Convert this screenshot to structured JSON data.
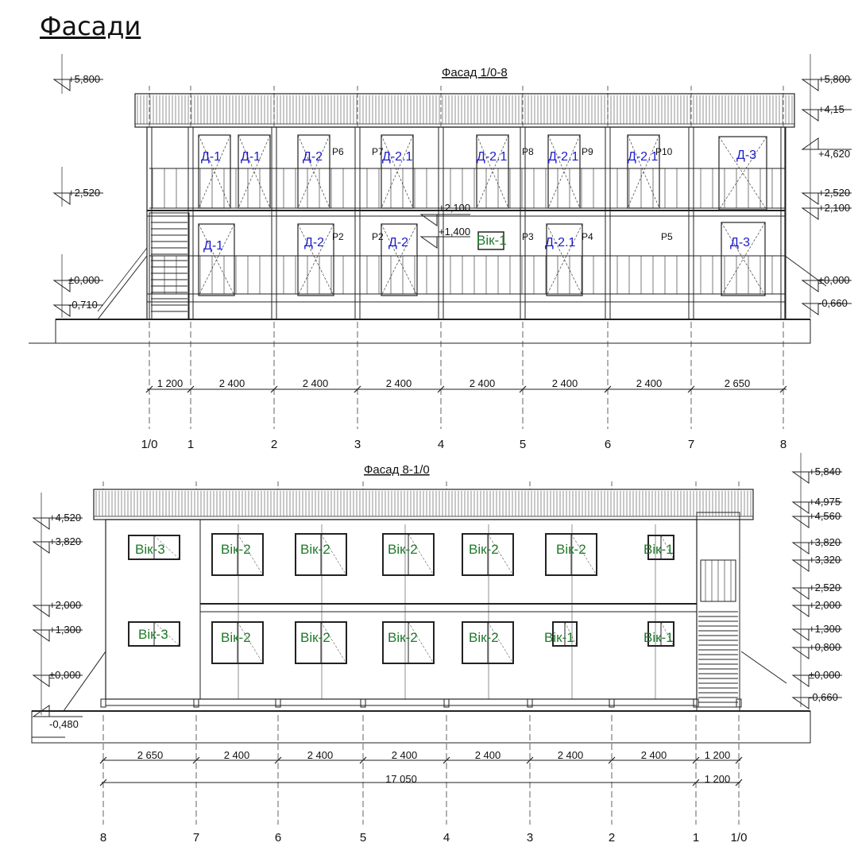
{
  "page_title": "Фасади",
  "facade_top": {
    "title": "Фасад 1/0-8",
    "levels_left": [
      "+5,800",
      "+2,520",
      "±0,000",
      "-0,710"
    ],
    "levels_right": [
      "+5,800",
      "+4,15",
      "+4,620",
      "+2,520",
      "+2,100",
      "±0,000",
      "-0,660"
    ],
    "levels_mid": [
      "+2,100",
      "+1,400"
    ],
    "doors_upper": [
      "Д-1",
      "Д-1",
      "Д-2",
      "Д-2.1",
      "Д-2.1",
      "Д-2.1",
      "Д-2.1",
      "Д-3"
    ],
    "doors_lower": [
      "Д-1",
      "Д-2",
      "Д-2",
      "Вік-1",
      "Д-2.1",
      "Д-3"
    ],
    "risers_upper": [
      "P6",
      "P7",
      "P8",
      "P9",
      "P10"
    ],
    "risers_lower": [
      "P2",
      "P2",
      "P3",
      "P4",
      "P5"
    ],
    "dimensions": [
      "1 200",
      "2 400",
      "2 400",
      "2 400",
      "2 400",
      "2 400",
      "2 400",
      "2 650"
    ],
    "grid_axes": [
      "1/0",
      "1",
      "2",
      "3",
      "4",
      "5",
      "6",
      "7",
      "8"
    ]
  },
  "facade_bottom": {
    "title": "Фасад 8-1/0",
    "levels_left": [
      "+4,520",
      "+3,820",
      "+2,000",
      "+1,300",
      "±0,000",
      "-0,480"
    ],
    "levels_right": [
      "+5,840",
      "+4,975",
      "+4,560",
      "+3,820",
      "+3,320",
      "+2,520",
      "+2,000",
      "+1,300",
      "+0,800",
      "±0,000",
      "-0,660"
    ],
    "windows_upper": [
      "Вік-3",
      "Вік-2",
      "Вік-2",
      "Вік-2",
      "Вік-2",
      "Вік-2",
      "Вік-1"
    ],
    "windows_lower": [
      "Вік-3",
      "Вік-2",
      "Вік-2",
      "Вік-2",
      "Вік-2",
      "Вік-1",
      "Вік-1"
    ],
    "dimensions": [
      "2 650",
      "2 400",
      "2 400",
      "2 400",
      "2 400",
      "2 400",
      "2 400",
      "1 200"
    ],
    "dimensions_total": [
      "17 050",
      "1 200"
    ],
    "grid_axes": [
      "8",
      "7",
      "6",
      "5",
      "4",
      "3",
      "2",
      "1",
      "1/0"
    ]
  }
}
